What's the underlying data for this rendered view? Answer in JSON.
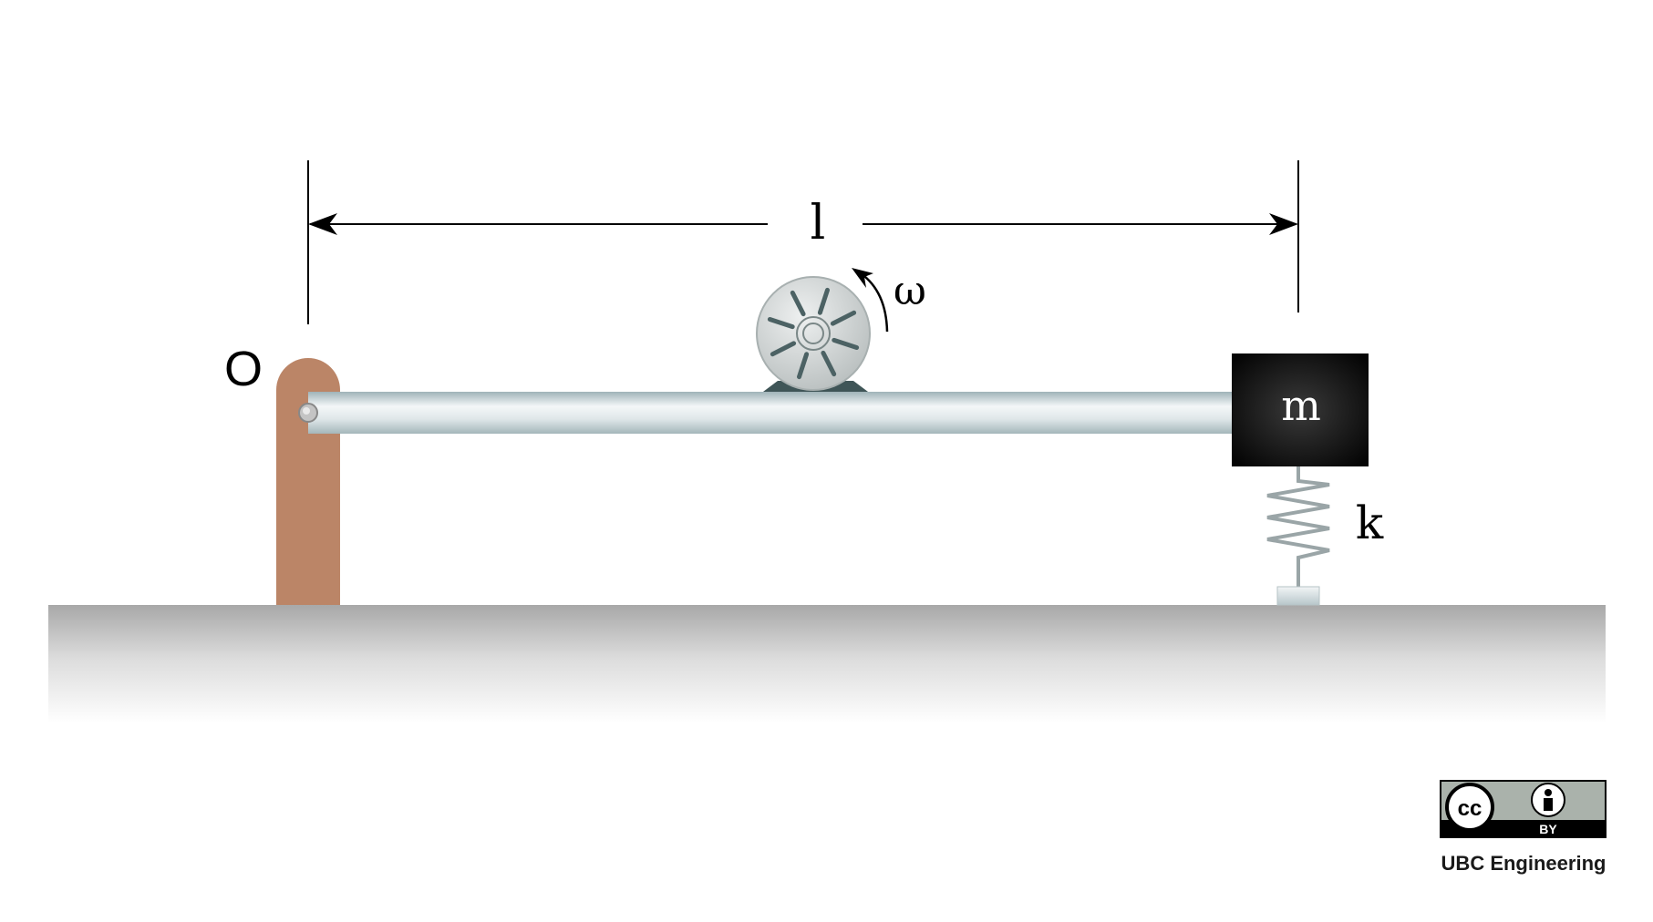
{
  "labels": {
    "pivot": "O",
    "length": "l",
    "angular_velocity": "ω",
    "mass": "m",
    "spring_constant": "k"
  },
  "license": {
    "badge_by": "BY",
    "credit": "UBC Engineering"
  },
  "colors": {
    "support": "#BB8567",
    "beam": "#C7D4D8",
    "mass_block": "#111111",
    "ground": "#A9A9A9",
    "motor": "#D2D6D6",
    "motor_marks": "#4C6264"
  }
}
